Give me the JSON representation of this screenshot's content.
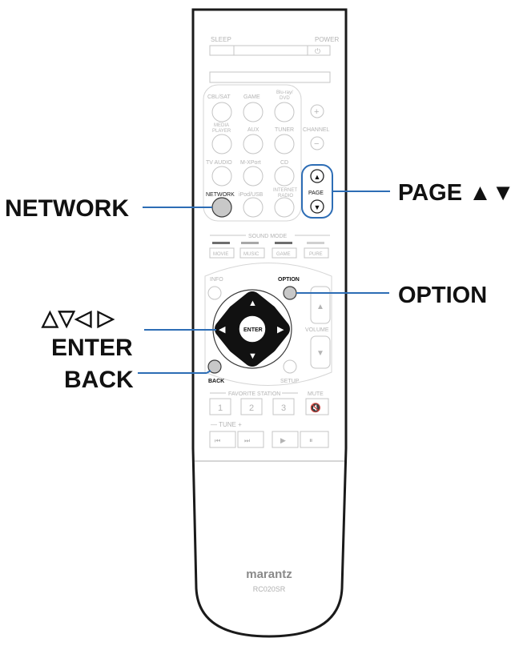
{
  "remote": {
    "brand": "marantz",
    "model": "RC020SR",
    "top_buttons": {
      "sleep": "SLEEP",
      "power": "POWER",
      "power_symbol": "⏻"
    },
    "source_row1": [
      "CBL/SAT",
      "GAME",
      "Blu-ray/",
      "DVD"
    ],
    "source_row2": [
      "MEDIA",
      "PLAYER",
      "AUX",
      "TUNER"
    ],
    "source_row3": [
      "TV AUDIO",
      "M-XPort",
      "CD"
    ],
    "source_row4": [
      "NETWORK",
      "iPod/USB",
      "INTERNET",
      "RADIO"
    ],
    "channel": {
      "label": "CHANNEL",
      "plus": "+",
      "minus": "−"
    },
    "page": {
      "label": "PAGE",
      "up": "▲",
      "down": "▼"
    },
    "sound_mode": {
      "label": "SOUND MODE",
      "buttons": [
        "MOVIE",
        "MUSIC",
        "GAME",
        "PURE"
      ]
    },
    "nav": {
      "info": "INFO",
      "option": "OPTION",
      "enter": "ENTER",
      "back": "BACK",
      "setup": "SETUP",
      "volume": "VOLUME"
    },
    "favorite": {
      "label": "FAVORITE STATION",
      "mute": "MUTE",
      "keys": [
        "1",
        "2",
        "3"
      ]
    },
    "tune": {
      "label": "—  TUNE  +"
    }
  },
  "callouts": {
    "network": "NETWORK",
    "page": "PAGE ▲▼",
    "option": "OPTION",
    "arrows": "△▽◁ ▷",
    "enter": "ENTER",
    "back": "BACK"
  }
}
